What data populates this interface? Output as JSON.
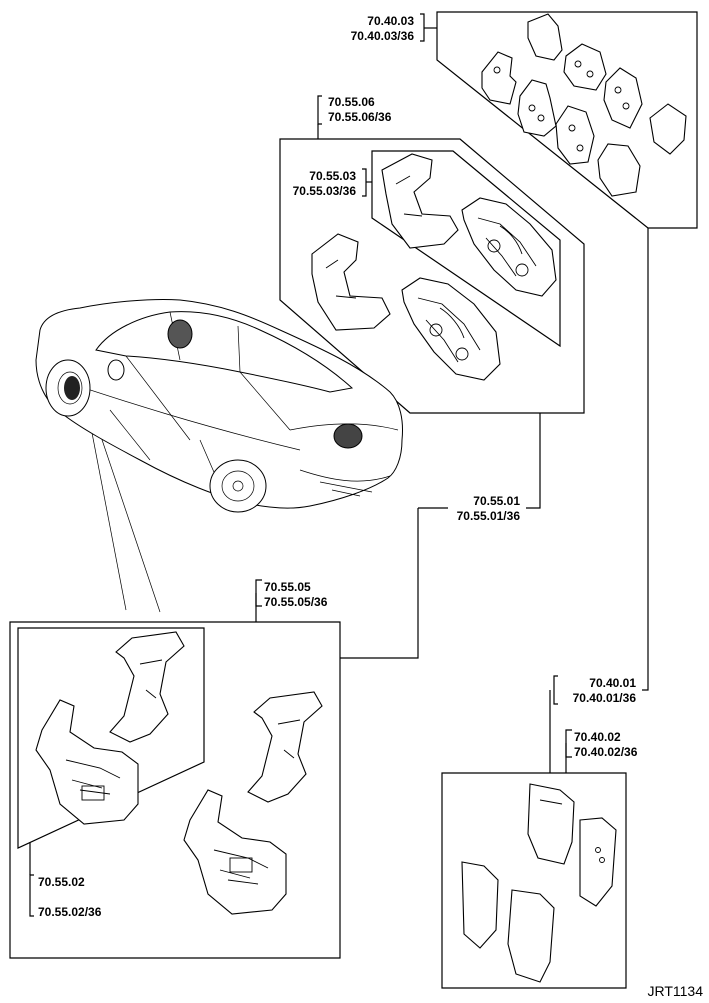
{
  "callouts": {
    "c1": {
      "line1": "70.40.03",
      "line2": "70.40.03/36"
    },
    "c2": {
      "line1": "70.55.06",
      "line2": "70.55.06/36"
    },
    "c3": {
      "line1": "70.55.03",
      "line2": "70.55.03/36"
    },
    "c4": {
      "line1": "70.55.01",
      "line2": "70.55.01/36"
    },
    "c5": {
      "line1": "70.55.05",
      "line2": "70.55.05/36"
    },
    "c6": {
      "line1": "70.40.01",
      "line2": "70.40.01/36"
    },
    "c7": {
      "line1": "70.40.02",
      "line2": "70.40.02/36"
    },
    "c8": {
      "line1": "70.55.02",
      "line2": "70.55.02/36"
    }
  },
  "figure_ref": "JRT1134"
}
